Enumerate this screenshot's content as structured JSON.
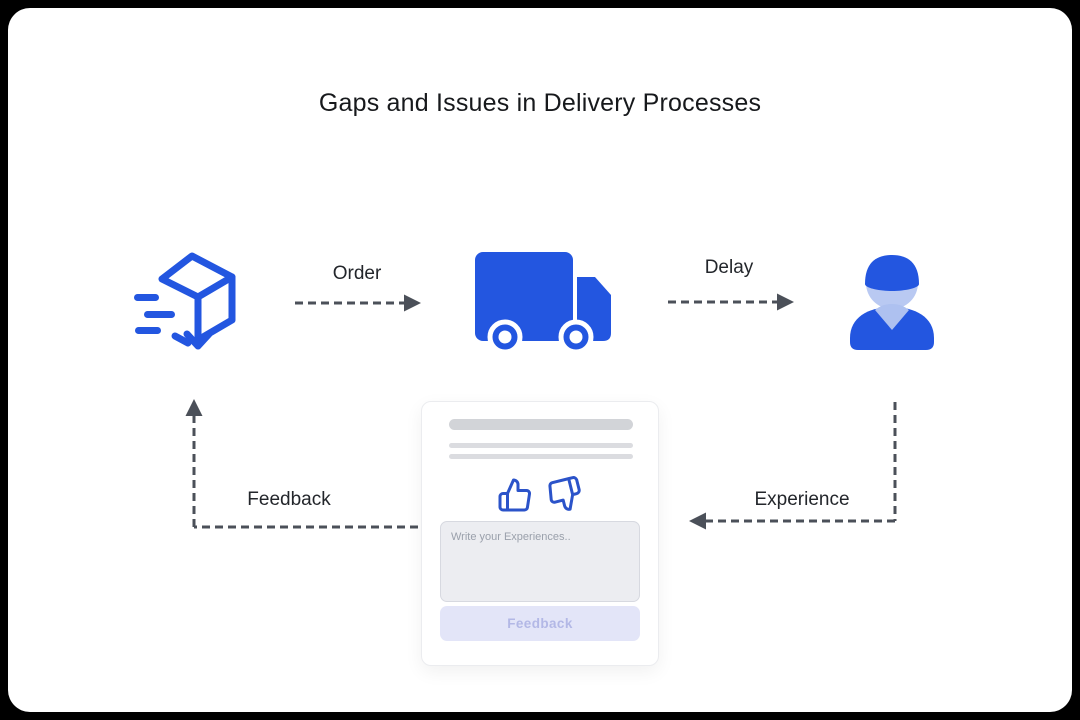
{
  "title": "Gaps and Issues in Delivery Processes",
  "flow": {
    "nodes": [
      {
        "id": "package",
        "icon": "fast-package-icon"
      },
      {
        "id": "truck",
        "icon": "delivery-truck-icon"
      },
      {
        "id": "customer",
        "icon": "person-icon"
      }
    ],
    "edges": [
      {
        "label": "Order",
        "from": "package",
        "to": "truck"
      },
      {
        "label": "Delay",
        "from": "truck",
        "to": "customer"
      },
      {
        "label": "Experience",
        "from": "customer",
        "to": "feedback-card"
      },
      {
        "label": "Feedback",
        "from": "feedback-card",
        "to": "package"
      }
    ]
  },
  "feedback_card": {
    "thumbs_icons": [
      "thumbs-up-icon",
      "thumbs-down-icon"
    ],
    "textarea_value": "",
    "textarea_placeholder": "Write your Experiences..",
    "button_label": "Feedback"
  },
  "colors": {
    "primary_blue": "#2356E0",
    "light_blue": "#B9C9F2",
    "thumb_blue": "#2B53C9",
    "arrow_gray": "#4B5059",
    "button_bg": "#E3E5F8",
    "button_text": "#B3B8E6",
    "skeleton_gray": "#D2D4D8",
    "page_background": "#000000",
    "canvas_background": "#FFFFFF"
  }
}
